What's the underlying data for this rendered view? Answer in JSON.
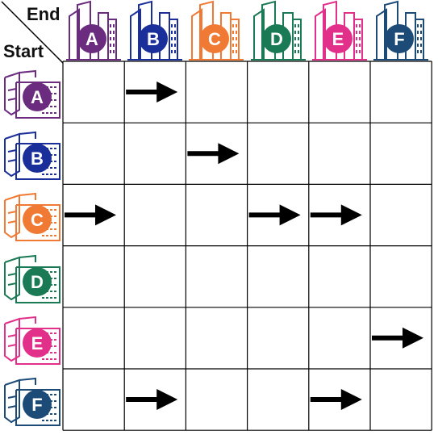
{
  "corner": {
    "end_label": "End",
    "start_label": "Start"
  },
  "buildings": [
    {
      "id": "A",
      "letter": "A",
      "color": "#6b2b7f"
    },
    {
      "id": "B",
      "letter": "B",
      "color": "#1a2f99"
    },
    {
      "id": "C",
      "letter": "C",
      "color": "#f07a34"
    },
    {
      "id": "D",
      "letter": "D",
      "color": "#1a7a55"
    },
    {
      "id": "E",
      "letter": "E",
      "color": "#e22f8a"
    },
    {
      "id": "F",
      "letter": "F",
      "color": "#1c4b78"
    }
  ],
  "grid": {
    "rows": [
      "A",
      "B",
      "C",
      "D",
      "E",
      "F"
    ],
    "cols": [
      "A",
      "B",
      "C",
      "D",
      "E",
      "F"
    ],
    "arrows": [
      {
        "row": "A",
        "col": "B"
      },
      {
        "row": "B",
        "col": "C"
      },
      {
        "row": "C",
        "col": "A"
      },
      {
        "row": "C",
        "col": "D"
      },
      {
        "row": "C",
        "col": "E"
      },
      {
        "row": "E",
        "col": "F"
      },
      {
        "row": "F",
        "col": "B"
      },
      {
        "row": "F",
        "col": "E"
      }
    ],
    "arrow_color": "#000000",
    "line_color": "#000000"
  }
}
